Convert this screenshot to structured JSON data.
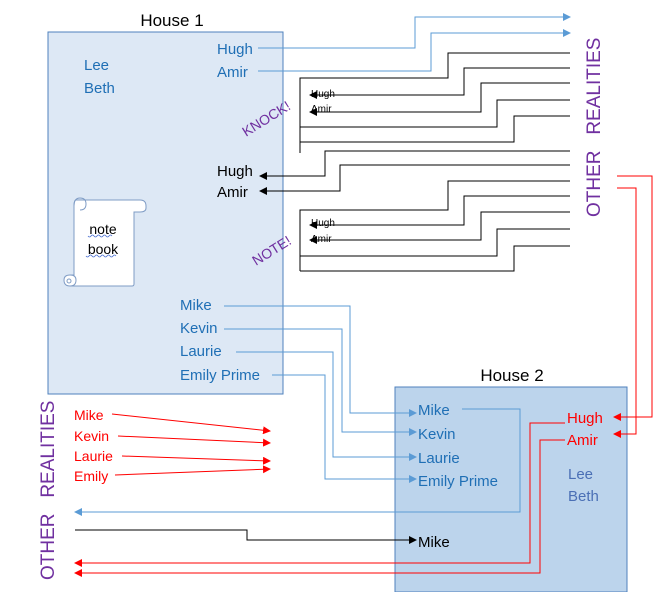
{
  "colors": {
    "blue_text": "#1f6fb5",
    "blue_line": "#5b9bd5",
    "black": "#000000",
    "red": "#ff0000",
    "purple": "#7030a0",
    "house1_fill": "#dde8f5",
    "house1_stroke": "#4f81bd",
    "house2_fill": "#bcd4ec",
    "house2_stroke": "#4f81bd",
    "lee_beth_house2": "#4a6fb5"
  },
  "house1": {
    "title": "House 1",
    "residents": [
      "Lee",
      "Beth"
    ],
    "hugh": "Hugh",
    "amir": "Amir",
    "hugh2": "Hugh",
    "amir2": "Amir",
    "notebook_line1": "note",
    "notebook_line2": "book",
    "people": [
      "Mike",
      "Kevin",
      "Laurie",
      "Emily Prime"
    ]
  },
  "house2": {
    "title": "House 2",
    "people": [
      "Mike",
      "Kevin",
      "Laurie",
      "Emily Prime"
    ],
    "hugh": "Hugh",
    "amir": "Amir",
    "residents": [
      "Lee",
      "Beth"
    ],
    "mike_bottom": "Mike"
  },
  "knock": {
    "label": "KNOCK!",
    "hugh": "Hugh",
    "amir": "Amir"
  },
  "note": {
    "label": "NOTE!",
    "hugh": "Hugh",
    "amir": "Amir"
  },
  "other_realities_right": "OTHER   REALITIES",
  "other_realities_left": "OTHER   REALITIES",
  "left_red_people": [
    "Mike",
    "Kevin",
    "Laurie",
    "Emily"
  ],
  "icons": [
    "notebook-scroll-icon"
  ]
}
